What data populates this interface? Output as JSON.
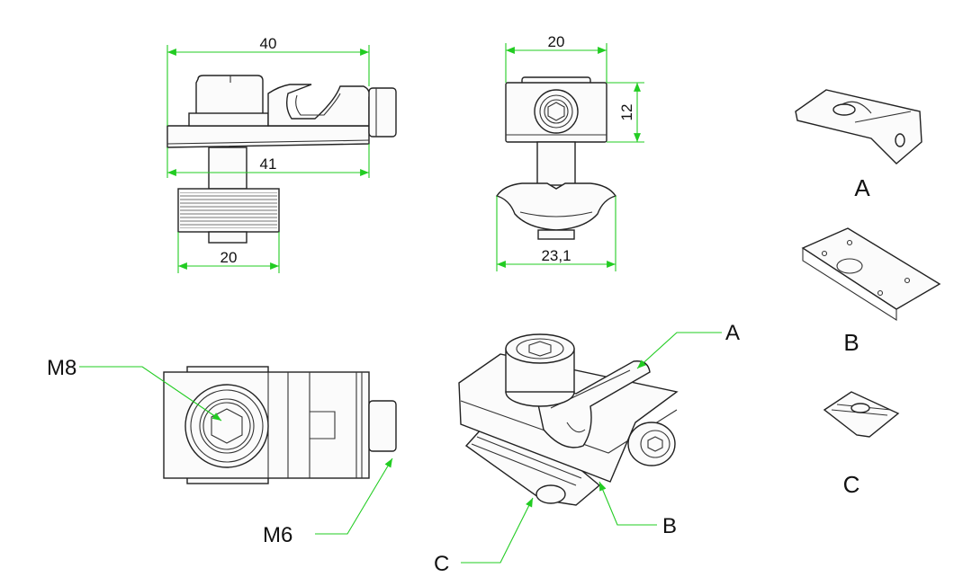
{
  "dimensions": {
    "top_width": "40",
    "bottom_width": "41",
    "nut_width": "20",
    "side_width": "20",
    "side_height": "12",
    "slot_width": "23,1"
  },
  "callouts": {
    "m8": "M8",
    "m6": "M6",
    "a": "A",
    "b": "B",
    "c": "C"
  },
  "parts": {
    "a": "A",
    "b": "B",
    "c": "C"
  },
  "colors": {
    "dimension_line": "#22cc22",
    "outline": "#222222"
  }
}
